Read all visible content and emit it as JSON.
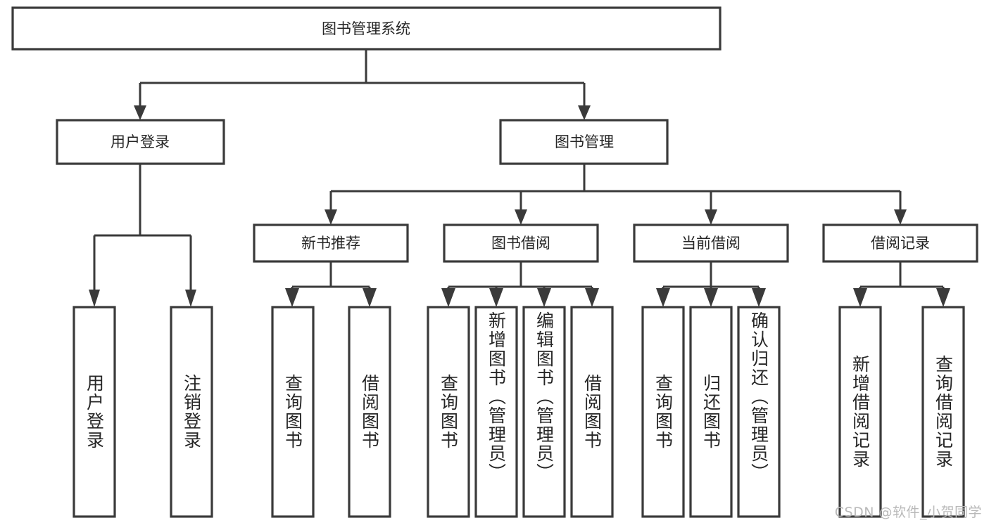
{
  "diagram": {
    "type": "hierarchy-tree",
    "root": {
      "id": "root",
      "label": "图书管理系统"
    },
    "level2": [
      {
        "id": "user-login",
        "label": "用户登录"
      },
      {
        "id": "book-manage",
        "label": "图书管理"
      }
    ],
    "level3": [
      {
        "id": "new-book-recommend",
        "label": "新书推荐",
        "parent": "book-manage"
      },
      {
        "id": "book-borrow",
        "label": "图书借阅",
        "parent": "book-manage"
      },
      {
        "id": "current-borrow",
        "label": "当前借阅",
        "parent": "book-manage"
      },
      {
        "id": "borrow-record",
        "label": "借阅记录",
        "parent": "book-manage"
      }
    ],
    "leaves": [
      {
        "id": "leaf-user-login",
        "label": "用户登录",
        "parent": "user-login"
      },
      {
        "id": "leaf-logout-login",
        "label": "注销登录",
        "parent": "user-login"
      },
      {
        "id": "leaf-query-book-1",
        "label": "查询图书",
        "parent": "new-book-recommend"
      },
      {
        "id": "leaf-borrow-book-1",
        "label": "借阅图书",
        "parent": "new-book-recommend"
      },
      {
        "id": "leaf-query-book-2",
        "label": "查询图书",
        "parent": "book-borrow"
      },
      {
        "id": "leaf-add-book",
        "label": "新增图书（管理员）",
        "parent": "book-borrow"
      },
      {
        "id": "leaf-edit-book",
        "label": "编辑图书（管理员）",
        "parent": "book-borrow"
      },
      {
        "id": "leaf-borrow-book-2",
        "label": "借阅图书",
        "parent": "book-borrow"
      },
      {
        "id": "leaf-query-book-3",
        "label": "查询图书",
        "parent": "current-borrow"
      },
      {
        "id": "leaf-return-book",
        "label": "归还图书",
        "parent": "current-borrow"
      },
      {
        "id": "leaf-confirm-return",
        "label": "确认归还（管理员）",
        "parent": "current-borrow"
      },
      {
        "id": "leaf-add-record",
        "label": "新增借阅记录",
        "parent": "borrow-record"
      },
      {
        "id": "leaf-query-record",
        "label": "查询借阅记录",
        "parent": "borrow-record"
      }
    ],
    "colors": {
      "stroke": "#3a3a3a",
      "fill": "#ffffff",
      "text": "#262626",
      "watermark": "#b9b9b9"
    }
  },
  "watermark": {
    "text": "CSDN @软件_小贺同学"
  }
}
